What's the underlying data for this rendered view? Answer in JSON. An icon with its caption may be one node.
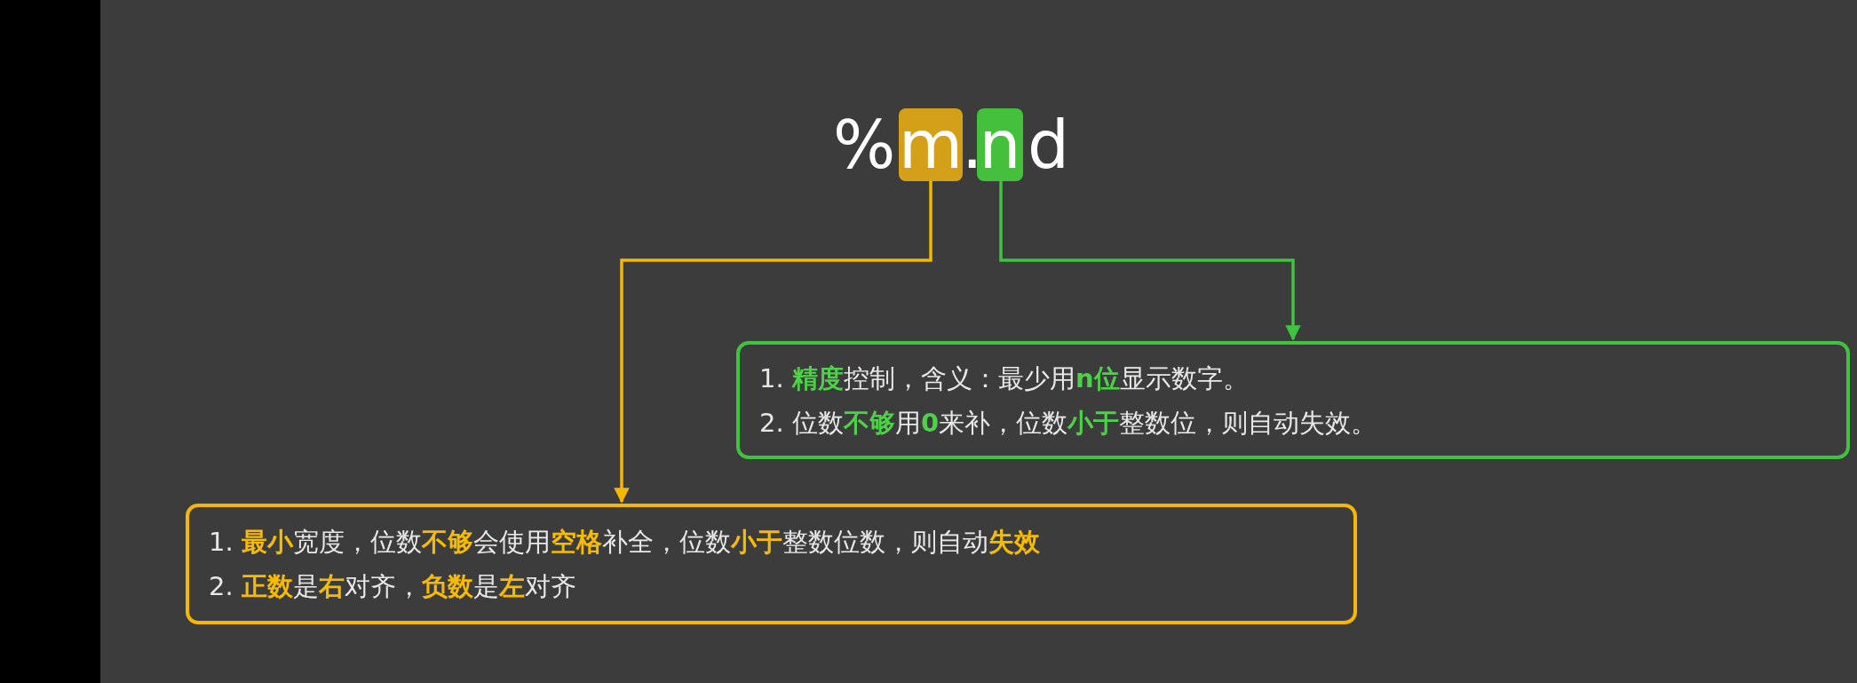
{
  "diagram": {
    "nodes": [
      {
        "text": [
          "m"
        ]
      },
      {
        "text": [
          "n"
        ]
      },
      {
        "text": [
          "1. **精度**控制，含义：最少用**n位**显示数字。",
          "2. 位数**不够**用**0**来补，位数**小于**整数位，则自动失效。"
        ]
      },
      {
        "text": [
          "1. **最小**宽度，位数**不够**会使用**空格**补全，位数**小于**整数位数，则自动**失效**",
          "2. **正数**是**右**对齐，**负数**是**左**对齐"
        ]
      }
    ],
    "edges": [
      {
        "from": 0,
        "to": 3,
        "arrow": "to",
        "color": "#f5b800"
      },
      {
        "from": 1,
        "to": 2,
        "arrow": "to",
        "color": "#3ec43e"
      }
    ],
    "labels": [
      "%",
      ".",
      "d"
    ]
  }
}
